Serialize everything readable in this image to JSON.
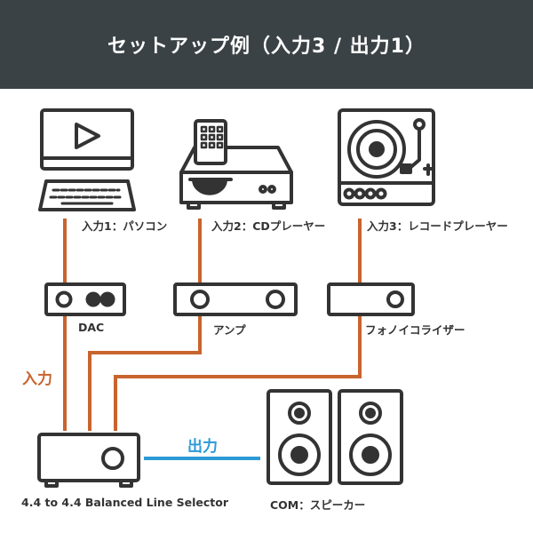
{
  "title": "セットアップ例（入力3 / 出力1）",
  "sources": [
    {
      "label": "入力1：パソコン",
      "icon": "computer-icon"
    },
    {
      "label": "入力2：CDプレーヤー",
      "icon": "cd-player-icon"
    },
    {
      "label": "入力3：レコードプレーヤー",
      "icon": "turntable-icon"
    }
  ],
  "devices": [
    {
      "label": "DAC",
      "icon": "dac-icon"
    },
    {
      "label": "アンプ",
      "icon": "amplifier-icon"
    },
    {
      "label": "フォノイコライザー",
      "icon": "phono-equalizer-icon"
    }
  ],
  "selector": {
    "label": "4.4 to 4.4 Balanced Line Selector",
    "icon": "line-selector-icon"
  },
  "speaker": {
    "label": "COM：スピーカー",
    "icon": "speaker-icon"
  },
  "input_tag": "入力",
  "output_tag": "出力",
  "colors": {
    "header_bg": "#3b4246",
    "input_line": "#c8642e",
    "output_line": "#2d9ad6",
    "icon_stroke": "#333333"
  }
}
